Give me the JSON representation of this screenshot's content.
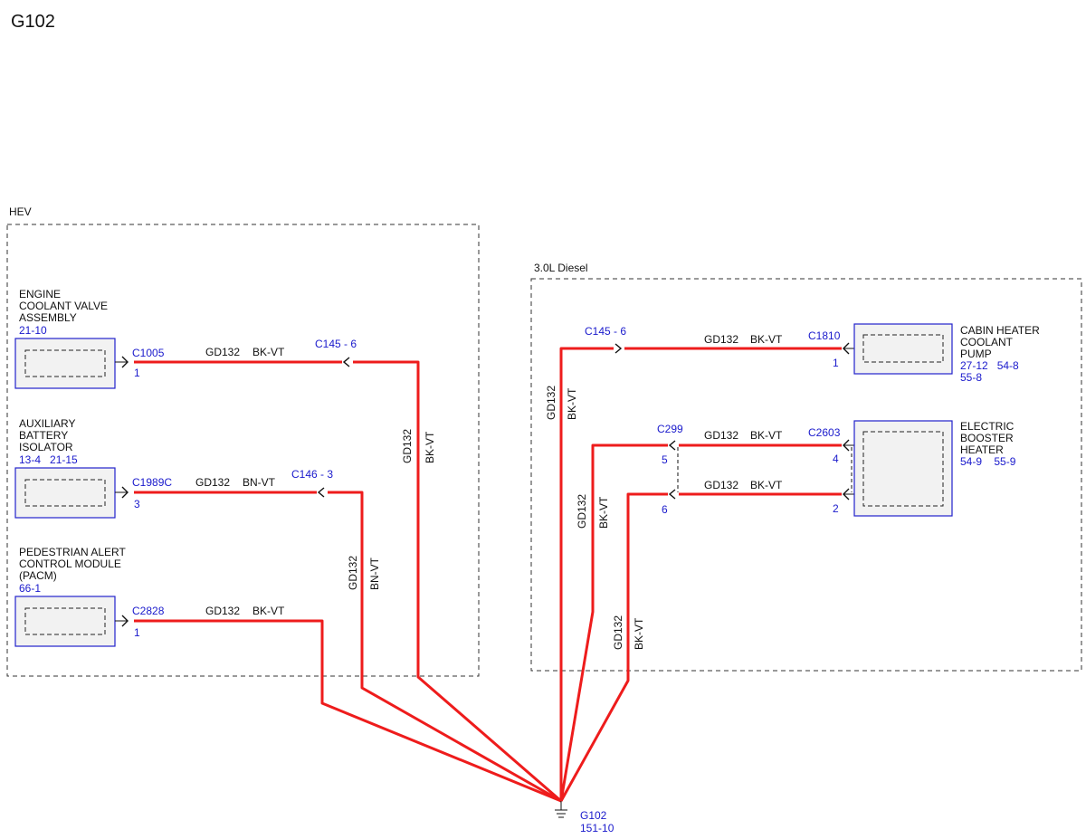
{
  "page_title": "G102",
  "regions": {
    "hev": "HEV",
    "diesel": "3.0L Diesel"
  },
  "components": {
    "ecva": {
      "line1": "ENGINE",
      "line2": "COOLANT VALVE",
      "line3": "ASSEMBLY",
      "ref": "21-10"
    },
    "abi": {
      "line1": "AUXILIARY",
      "line2": "BATTERY",
      "line3": "ISOLATOR",
      "ref": "13-4   21-15"
    },
    "pacm": {
      "line1": "PEDESTRIAN ALERT",
      "line2": "CONTROL MODULE",
      "line3": "(PACM)",
      "ref": "66-1"
    },
    "chcp": {
      "line1": "CABIN HEATER",
      "line2": "COOLANT",
      "line3": "PUMP",
      "ref1": "27-12   54-8",
      "ref2": "55-8"
    },
    "ebh": {
      "line1": "ELECTRIC",
      "line2": "BOOSTER",
      "line3": "HEATER",
      "ref": "54-9    55-9"
    }
  },
  "connectors": {
    "c1005": "C1005",
    "c1005_pin": "1",
    "c145_hev": "C145  -  6",
    "c1989c": "C1989C",
    "c1989c_pin": "3",
    "c146": "C146  -  3",
    "c2828": "C2828",
    "c2828_pin": "1",
    "c145_diesel": "C145  -  6",
    "c1810": "C1810",
    "c1810_pin": "1",
    "c299": "C299",
    "c299_pin5": "5",
    "c299_pin6": "6",
    "c2603": "C2603",
    "c2603_pin4": "4",
    "c2603_pin2": "2"
  },
  "wires": {
    "ecva_h": {
      "circuit": "GD132",
      "color": "BK-VT"
    },
    "ecva_v": {
      "circuit": "GD132",
      "color": "BK-VT"
    },
    "abi_h": {
      "circuit": "GD132",
      "color": "BN-VT"
    },
    "abi_v": {
      "circuit": "GD132",
      "color": "BN-VT"
    },
    "pacm_h": {
      "circuit": "GD132",
      "color": "BK-VT"
    },
    "chcp_h": {
      "circuit": "GD132",
      "color": "BK-VT"
    },
    "chcp_v": {
      "circuit": "GD132",
      "color": "BK-VT"
    },
    "ebh_h1": {
      "circuit": "GD132",
      "color": "BK-VT"
    },
    "ebh_h2": {
      "circuit": "GD132",
      "color": "BK-VT"
    },
    "ebh_v1": {
      "circuit": "GD132",
      "color": "BK-VT"
    },
    "ebh_v2": {
      "circuit": "GD132",
      "color": "BK-VT"
    }
  },
  "ground": {
    "label": "G102",
    "ref": "151-10"
  },
  "colors": {
    "wire": "#ee1c1c",
    "label_blue": "#1a1acc",
    "box_fill": "#f2f2f2"
  }
}
